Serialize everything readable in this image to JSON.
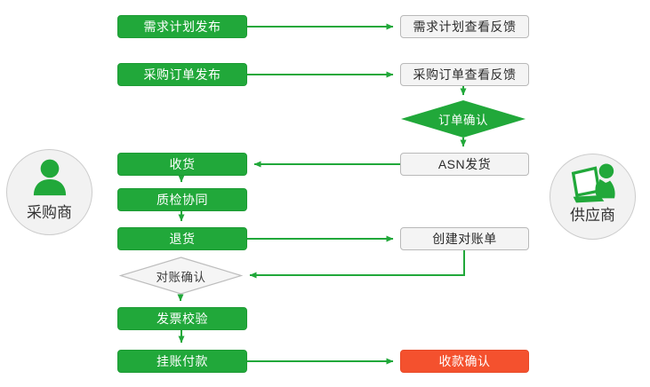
{
  "diagram": {
    "actors": {
      "buyer": {
        "label": "采购商",
        "icon": "buyer-person-icon"
      },
      "supplier": {
        "label": "供应商",
        "icon": "supplier-person-laptop-icon"
      }
    },
    "nodes": {
      "demand_plan_publish": "需求计划发布",
      "demand_plan_feedback": "需求计划查看反馈",
      "po_publish": "采购订单发布",
      "po_feedback": "采购订单查看反馈",
      "order_confirm": "订单确认",
      "receive_goods": "收货",
      "asn_ship": "ASN发货",
      "quality_collab": "质检协同",
      "return_goods": "退货",
      "create_statement": "创建对账单",
      "reconcile_confirm": "对账确认",
      "invoice_verify": "发票校验",
      "book_payment": "挂账付款",
      "receipt_confirm": "收款确认"
    },
    "colors": {
      "primary_green": "#21a83a",
      "alert_red": "#f4512e",
      "neutral_fill": "#f4f4f4",
      "neutral_border": "#b9b9b9"
    }
  }
}
